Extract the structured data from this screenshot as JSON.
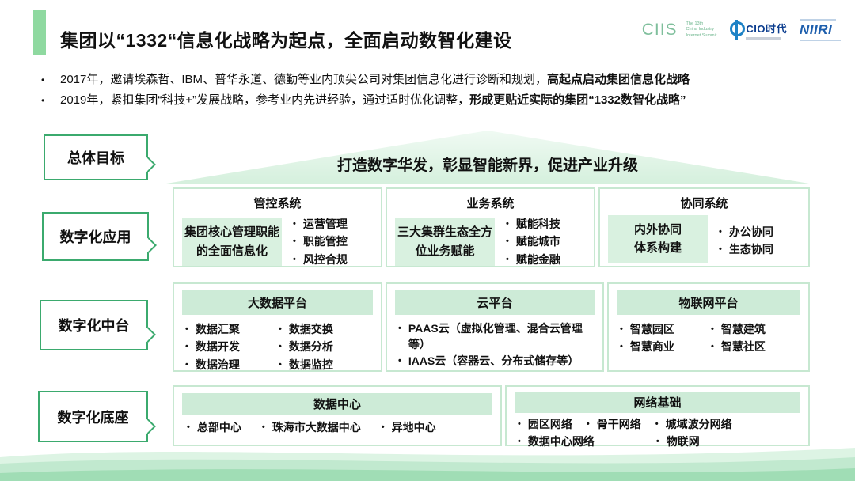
{
  "colors": {
    "accent_green": "#8FD9A0",
    "bubble_border_green": "#3BAA6E",
    "band_green": "#CDEBD7",
    "highlight_green": "#D9F1E0",
    "panel_border_green": "#C7E8D1",
    "logo_blue": "#1E5FAD",
    "logo_green": "#7FBF9C"
  },
  "header": {
    "title": "集团以“1332“信息化战略为起点，全面启动数智化建设",
    "logos": {
      "ciis": {
        "name": "CIIS",
        "tagline1": "The 13th",
        "tagline2": "China Industry",
        "tagline3": "Internet Summit"
      },
      "cio": {
        "name": "CIO时代"
      },
      "niiri": {
        "name": "NIIRI"
      }
    }
  },
  "intro": {
    "marker": "•",
    "bullets": [
      {
        "text": "2017年，邀请埃森哲、IBM、普华永道、德勤等业内顶尖公司对集团信息化进行诊断和规划，",
        "bold": "高起点启动集团信息化战略"
      },
      {
        "text": "2019年，紧扣集团“科技+”发展战略，参考业内先进经验，通过适时优化调整，",
        "bold": "形成更贴近实际的集团“1332数智化战略”"
      }
    ]
  },
  "labels": {
    "goal": "总体目标",
    "application": "数字化应用",
    "middle": "数字化中台",
    "base": "数字化底座"
  },
  "pyramid": {
    "text": "打造数字华发，彰显智能新界，促进产业升级"
  },
  "application_row": {
    "sections": [
      {
        "title": "管控系统",
        "highlight": "集团核心管理职能的全面信息化",
        "items": [
          "运营管理",
          "职能管控",
          "风控合规"
        ]
      },
      {
        "title": "业务系统",
        "highlight": "三大集群生态全方位业务赋能",
        "items": [
          "赋能科技",
          "赋能城市",
          "赋能金融"
        ]
      },
      {
        "title": "协同系统",
        "highlight_lines": [
          "内外协同",
          "体系构建"
        ],
        "items": [
          "办公协同",
          "生态协同"
        ]
      }
    ]
  },
  "middle_row": {
    "sections": [
      {
        "title": "大数据平台",
        "col1": [
          "数据汇聚",
          "数据开发",
          "数据治理"
        ],
        "col2": [
          "数据交换",
          "数据分析",
          "数据监控"
        ]
      },
      {
        "title": "云平台",
        "items": [
          "PAAS云（虚拟化管理、混合云管理等）",
          "IAAS云（容器云、分布式储存等）"
        ]
      },
      {
        "title": "物联网平台",
        "col1": [
          "智慧园区",
          "智慧商业"
        ],
        "col2": [
          "智慧建筑",
          "智慧社区"
        ]
      }
    ]
  },
  "base_row": {
    "sections": [
      {
        "title": "数据中心",
        "items": [
          "总部中心",
          "珠海市大数据中心",
          "异地中心"
        ]
      },
      {
        "title": "网络基础",
        "row1": [
          "园区网络",
          "骨干网络",
          "城域波分网络"
        ],
        "row2": [
          "数据中心网络",
          "物联网"
        ]
      }
    ]
  }
}
